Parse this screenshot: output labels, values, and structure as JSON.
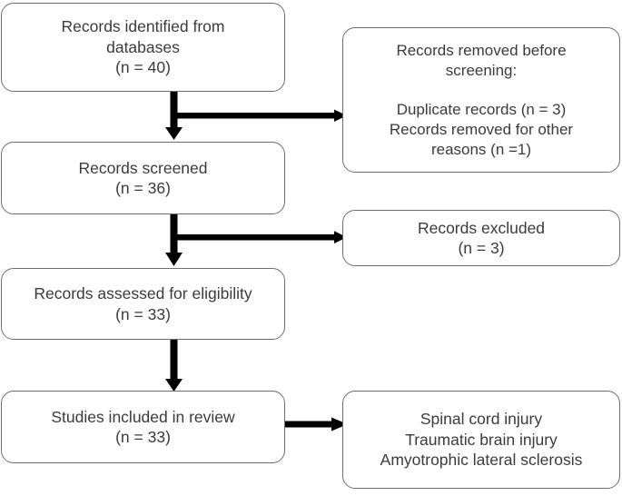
{
  "diagram": {
    "type": "prisma-flow-diagram",
    "title": "",
    "colors": {
      "box_border": "#6e6e6e",
      "box_fill": "#ffffff",
      "text": "#3b3b3b",
      "arrow": "#000000",
      "background": "#ffffff"
    }
  },
  "nodes": [
    {
      "id": "identified",
      "name": "records-identified-box",
      "text": "Records identified from\ndatabases\n(n = 40)",
      "lines": [
        "Records identified from",
        "databases",
        "(n = 40)"
      ],
      "count_label": "n = 40",
      "count": 40,
      "column": "left",
      "stage": "identification"
    },
    {
      "id": "removed",
      "name": "records-removed-box",
      "text": "Records removed before\nscreening:\n\nDuplicate records (n = 3)\nRecords removed for other\nreasons (n =1)",
      "lines": [
        "Records removed before",
        "screening:",
        "",
        "Duplicate records (n = 3)",
        "Records removed for other",
        "reasons (n =1)"
      ],
      "duplicate_records_label": "Duplicate records (n = 3)",
      "duplicate_records": 3,
      "other_reasons_label": "Records removed for other reasons (n =1)",
      "other_reasons": 1,
      "column": "right",
      "stage": "identification"
    },
    {
      "id": "screened",
      "name": "records-screened-box",
      "text": "Records screened\n(n = 36)",
      "lines": [
        "Records screened",
        "(n = 36)"
      ],
      "count_label": "n = 36",
      "count": 36,
      "column": "left",
      "stage": "screening"
    },
    {
      "id": "excluded",
      "name": "records-excluded-box",
      "text": "Records excluded\n(n = 3)",
      "lines": [
        "Records excluded",
        "(n = 3)"
      ],
      "count_label": "n = 3",
      "count": 3,
      "column": "right",
      "stage": "screening"
    },
    {
      "id": "assessed",
      "name": "records-assessed-box",
      "text": "Records assessed for eligibility\n(n = 33)",
      "lines": [
        "Records assessed for eligibility",
        "(n = 33)"
      ],
      "count_label": "n = 33",
      "count": 33,
      "column": "left",
      "stage": "eligibility"
    },
    {
      "id": "included",
      "name": "studies-included-box",
      "text": "Studies included in review\n(n = 33)",
      "lines": [
        "Studies included in review",
        "(n = 33)"
      ],
      "count_label": "n = 33",
      "count": 33,
      "column": "left",
      "stage": "included"
    },
    {
      "id": "conditions",
      "name": "conditions-list-box",
      "text": "Spinal cord injury\nTraumatic brain injury\nAmyotrophic lateral sclerosis",
      "lines": [
        "Spinal cord injury",
        "Traumatic brain injury",
        "Amyotrophic lateral sclerosis"
      ],
      "column": "right",
      "stage": "included"
    }
  ],
  "connectors": [
    {
      "id": "identified-to-screened",
      "name": "arrow-identified-to-screened",
      "kind": "tee-down-right",
      "from": "identified",
      "to": [
        "screened",
        "removed"
      ]
    },
    {
      "id": "screened-to-assessed",
      "name": "arrow-screened-to-assessed",
      "kind": "tee-down-right",
      "from": "screened",
      "to": [
        "assessed",
        "excluded"
      ]
    },
    {
      "id": "assessed-to-included",
      "name": "arrow-assessed-to-included",
      "kind": "down",
      "from": "assessed",
      "to": [
        "included"
      ]
    },
    {
      "id": "included-to-conditions",
      "name": "arrow-included-to-conditions",
      "kind": "right",
      "from": "included",
      "to": [
        "conditions"
      ]
    }
  ]
}
